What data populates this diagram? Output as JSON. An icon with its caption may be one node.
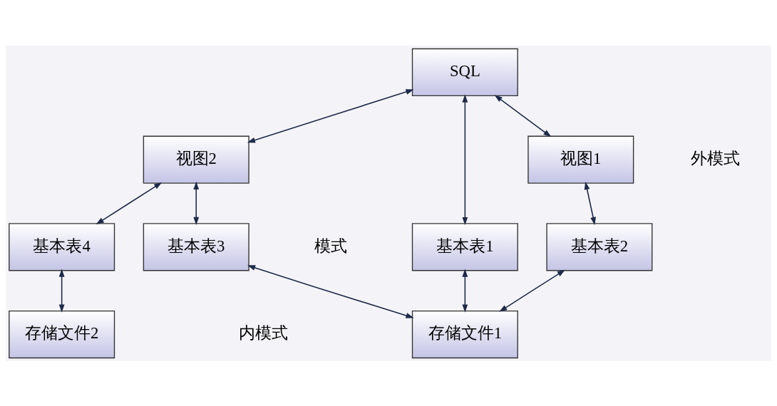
{
  "diagram": {
    "nodes": [
      {
        "text": [
          "SQL"
        ]
      },
      {
        "text": [
          "视图1"
        ]
      },
      {
        "text": [
          "视图2"
        ]
      },
      {
        "text": [
          "基本表1"
        ]
      },
      {
        "text": [
          "基本表2"
        ]
      },
      {
        "text": [
          "基本表3"
        ]
      },
      {
        "text": [
          "基本表4"
        ]
      },
      {
        "text": [
          "存储文件1"
        ]
      },
      {
        "text": [
          "存储文件2"
        ]
      }
    ],
    "edges": [
      {
        "from": 0,
        "to": 1,
        "arrow": "both"
      },
      {
        "from": 0,
        "to": 2,
        "arrow": "both"
      },
      {
        "from": 0,
        "to": 3,
        "arrow": "both"
      },
      {
        "from": 1,
        "to": 4,
        "arrow": "both"
      },
      {
        "from": 2,
        "to": 5,
        "arrow": "both"
      },
      {
        "from": 2,
        "to": 6,
        "arrow": "both"
      },
      {
        "from": 3,
        "to": 7,
        "arrow": "both"
      },
      {
        "from": 4,
        "to": 7,
        "arrow": "both"
      },
      {
        "from": 5,
        "to": 7,
        "arrow": "both"
      },
      {
        "from": 6,
        "to": 8,
        "arrow": "both"
      }
    ],
    "labels": [
      "外模式",
      "模式",
      "内模式"
    ]
  }
}
